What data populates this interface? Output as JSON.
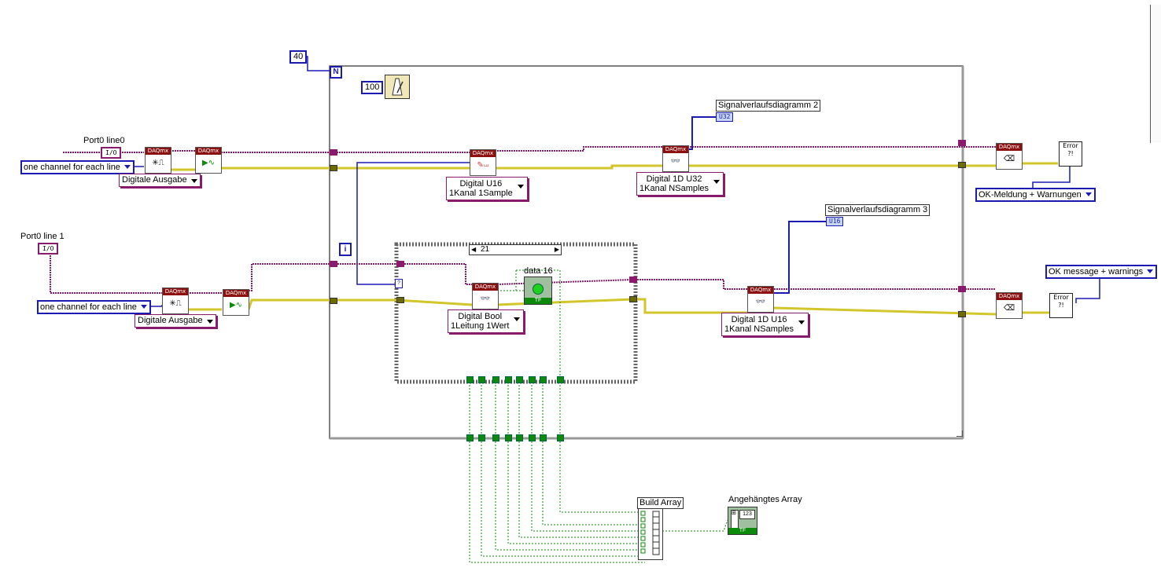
{
  "constants": {
    "loop_count": "40",
    "wait_ms": "100",
    "case_selector": "21"
  },
  "loop": {
    "count_terminal": "N",
    "iteration_terminal": "i"
  },
  "labels": {
    "port0_line0": "Port0 line0",
    "port0_line1": "Port0 line 1",
    "signal_chart_2": "Signalverlaufsdiagramm 2",
    "signal_chart_3": "Signalverlaufsdiagramm 3",
    "data16": "data 16",
    "build_array": "Build Array",
    "appended_array": "Angehängtes Array"
  },
  "terminals": {
    "io_line0": "I/O",
    "io_line1": "I/O",
    "u32": "U32",
    "u16": "U16",
    "tf": "TF",
    "array_index": "123",
    "error_glyph": "Error ?!"
  },
  "rings": {
    "channel_line0": "one channel for each line",
    "channel_line1": "one channel for each line",
    "ok_warnings_de": "OK-Meldung + Warnungen",
    "ok_warnings_en": "OK message + warnings"
  },
  "polymorphic": {
    "output_line0": "Digitale Ausgabe",
    "output_line1": "Digitale Ausgabe",
    "write_u16": {
      "line1": "Digital U16",
      "line2": "1Kanal 1Sample"
    },
    "read_u32": {
      "line1": "Digital 1D U32",
      "line2": "1Kanal NSamples"
    },
    "read_bool": {
      "line1": "Digital Bool",
      "line2": "1Leitung 1Wert"
    },
    "read_u16": {
      "line1": "Digital 1D U16",
      "line2": "1Kanal NSamples"
    }
  },
  "vi_header": "DAQmx",
  "colors": {
    "task_wire": "#8a1a6b",
    "error_wire": "#d2c62a",
    "numeric_wire": "#1b1bb4",
    "bool_wire": "#0b8a0b"
  }
}
